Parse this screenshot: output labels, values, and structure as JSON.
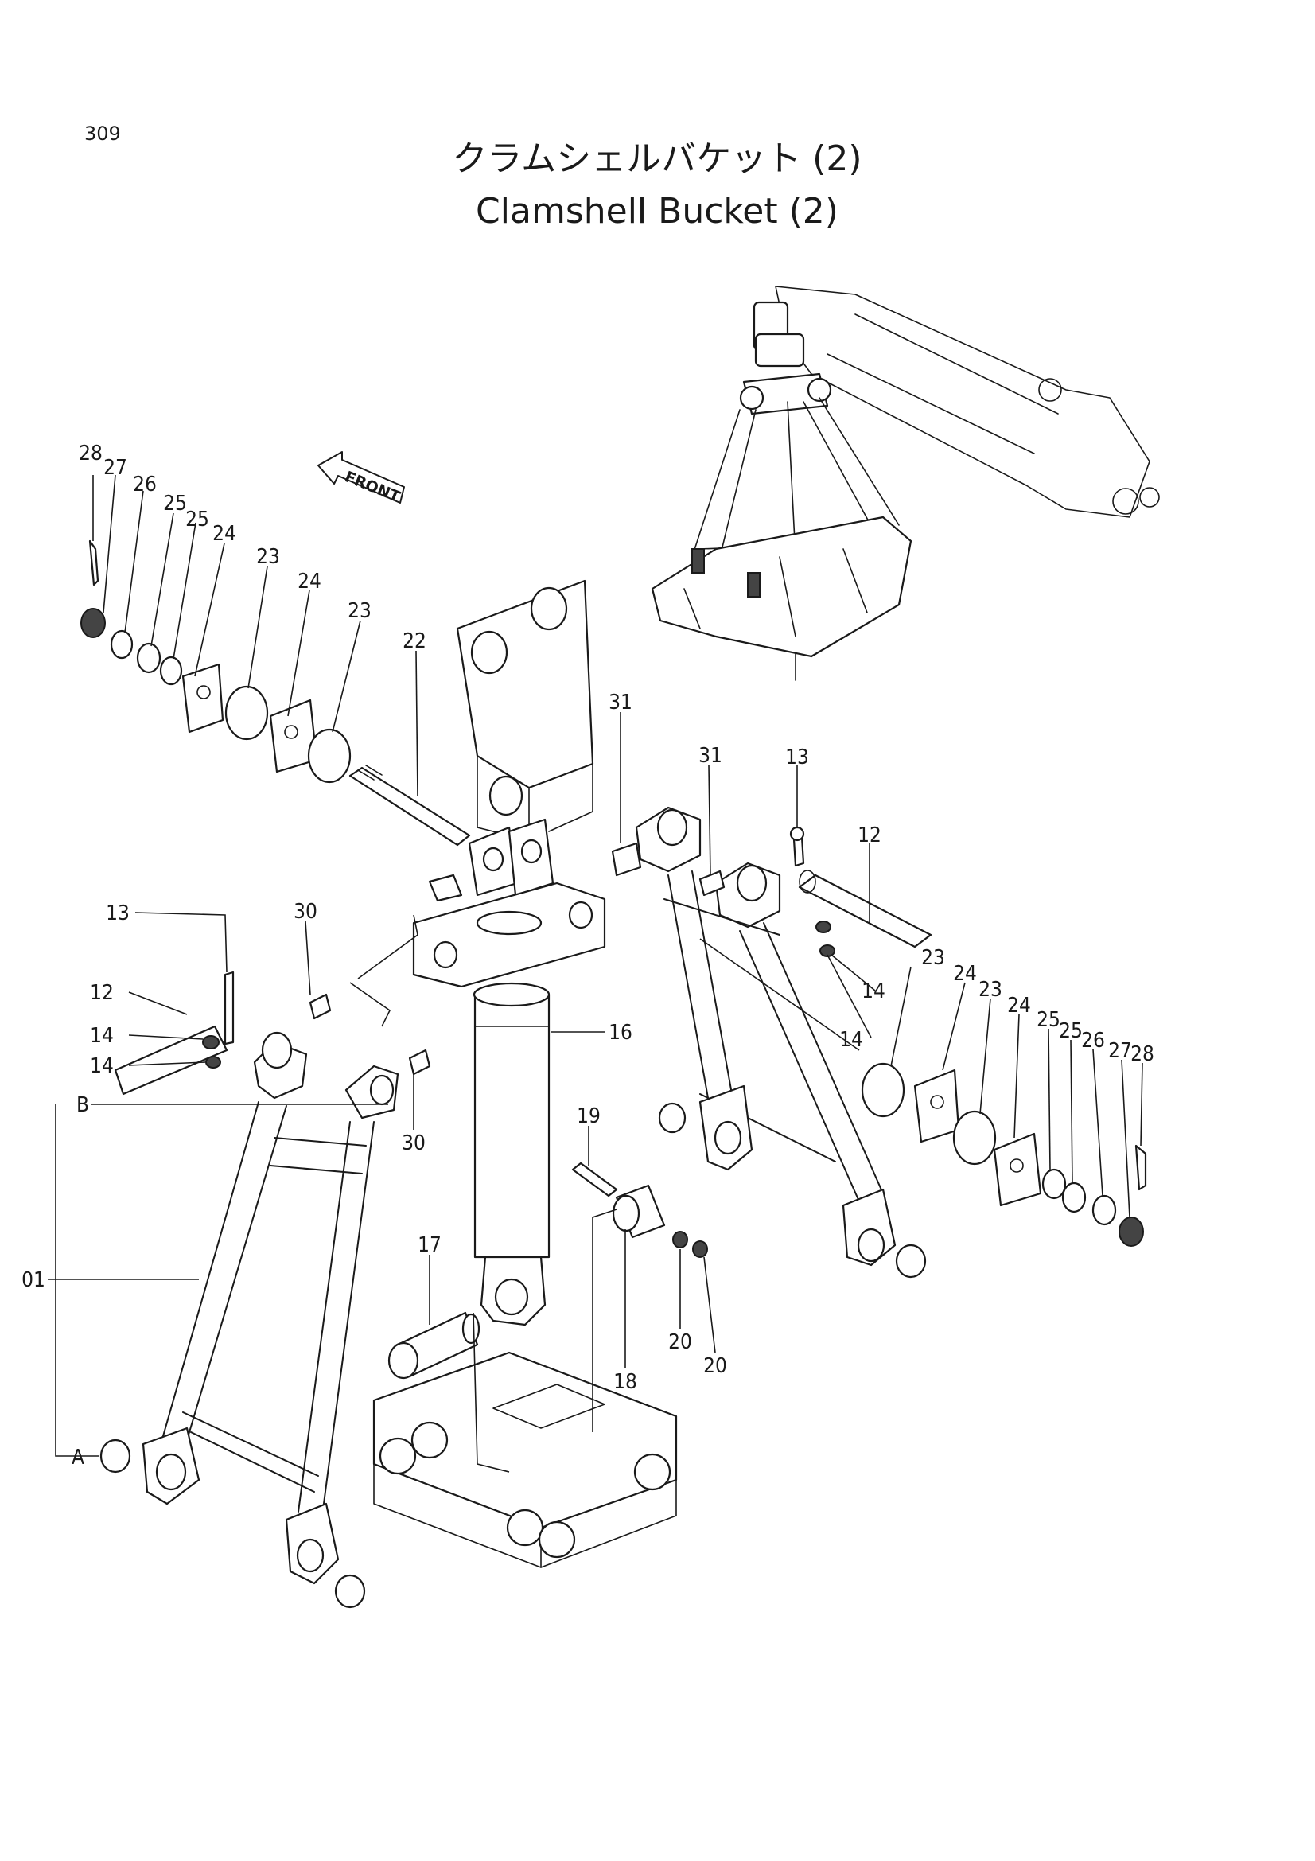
{
  "page_number": "309",
  "title_jp": "クラムシェルバケット (2)",
  "title_en": "Clamshell Bucket (2)",
  "front_label": "FRONT",
  "part_labels": [
    {
      "id": "28a",
      "text": "28"
    },
    {
      "id": "27a",
      "text": "27"
    },
    {
      "id": "26a",
      "text": "26"
    },
    {
      "id": "25a",
      "text": "25"
    },
    {
      "id": "25b",
      "text": "25"
    },
    {
      "id": "24a",
      "text": "24"
    },
    {
      "id": "23a",
      "text": "23"
    },
    {
      "id": "24b",
      "text": "24"
    },
    {
      "id": "23b",
      "text": "23"
    },
    {
      "id": "22",
      "text": "22"
    },
    {
      "id": "31a",
      "text": "31"
    },
    {
      "id": "31b",
      "text": "31"
    },
    {
      "id": "13a",
      "text": "13"
    },
    {
      "id": "12a",
      "text": "12"
    },
    {
      "id": "13b",
      "text": "13"
    },
    {
      "id": "30a",
      "text": "30"
    },
    {
      "id": "12b",
      "text": "12"
    },
    {
      "id": "14a",
      "text": "14"
    },
    {
      "id": "14b",
      "text": "14"
    },
    {
      "id": "B",
      "text": "B"
    },
    {
      "id": "30b",
      "text": "30"
    },
    {
      "id": "16",
      "text": "16"
    },
    {
      "id": "14c",
      "text": "14"
    },
    {
      "id": "14d",
      "text": "14"
    },
    {
      "id": "23c",
      "text": "23"
    },
    {
      "id": "24c",
      "text": "24"
    },
    {
      "id": "23d",
      "text": "23"
    },
    {
      "id": "24d",
      "text": "24"
    },
    {
      "id": "25c",
      "text": "25"
    },
    {
      "id": "25d",
      "text": "25"
    },
    {
      "id": "26b",
      "text": "26"
    },
    {
      "id": "27b",
      "text": "27"
    },
    {
      "id": "28b",
      "text": "28"
    },
    {
      "id": "19",
      "text": "19"
    },
    {
      "id": "01",
      "text": "01"
    },
    {
      "id": "17",
      "text": "17"
    },
    {
      "id": "20a",
      "text": "20"
    },
    {
      "id": "20b",
      "text": "20"
    },
    {
      "id": "18",
      "text": "18"
    },
    {
      "id": "A",
      "text": "A"
    }
  ]
}
